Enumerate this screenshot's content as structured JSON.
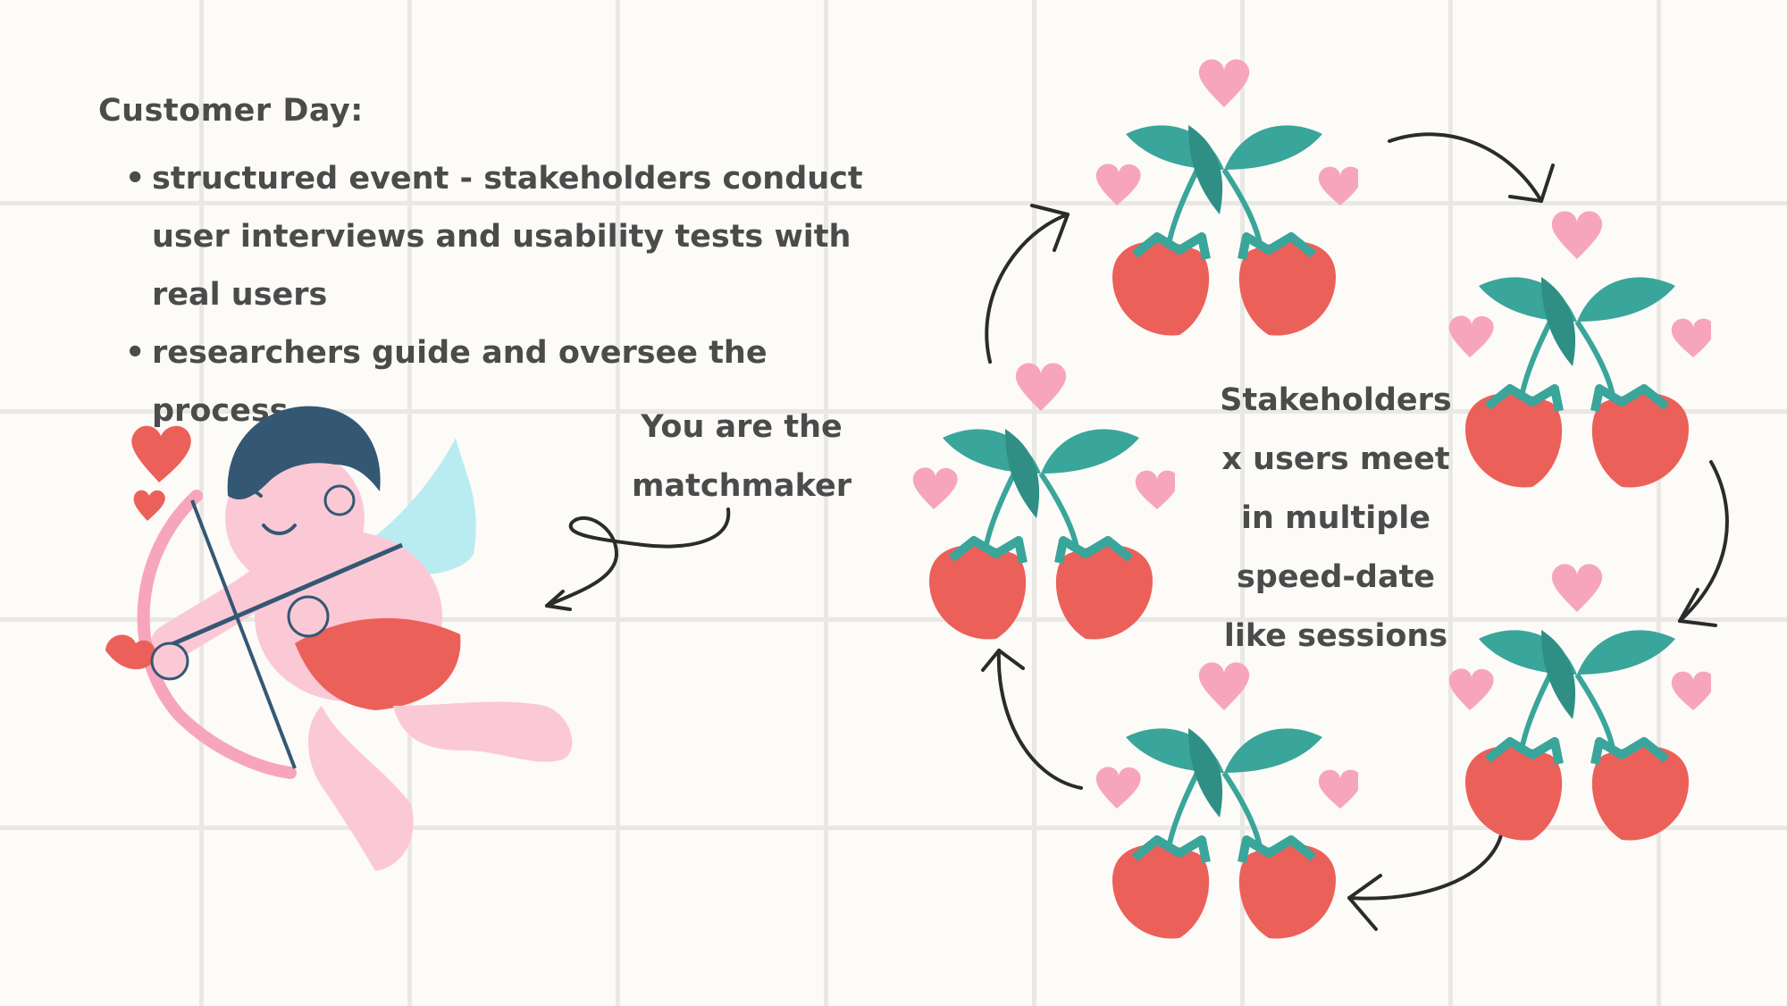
{
  "slide": {
    "title": "Customer Day:",
    "bullets": [
      "structured event - stakeholders conduct user interviews and usability tests with real users",
      "researchers guide and oversee the process"
    ],
    "matchmaker_caption": "You are the matchmaker",
    "center_caption": "Stakeholders x users meet in multiple speed-date like sessions"
  },
  "colors": {
    "background": "#fcfbf8",
    "grid": "#e9e8e5",
    "text": "#4b4b4b",
    "strawberry": "#ec605a",
    "leaf": "#3aa59a",
    "heart": "#f7a5bd",
    "cupid_skin": "#fbc9d6",
    "cupid_hair": "#345873",
    "cupid_wing": "#b9ecf1",
    "cupid_diaper": "#ec605a"
  },
  "icons": [
    "cupid-illustration",
    "strawberry-pair-icon",
    "heart-icon",
    "curved-arrow-icon"
  ]
}
